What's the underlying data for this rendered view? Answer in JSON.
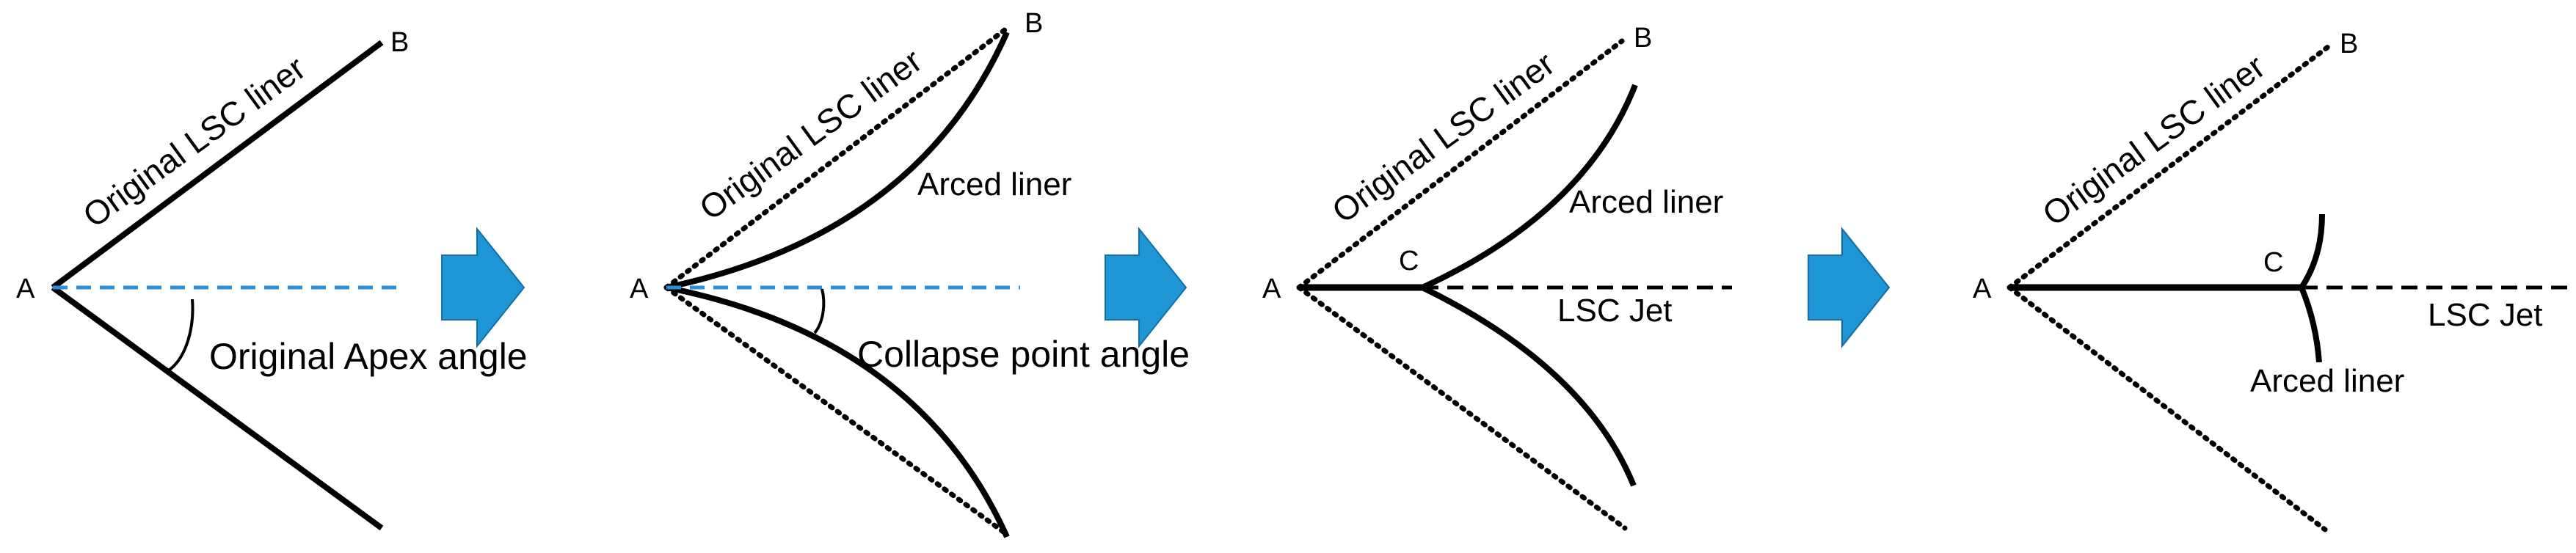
{
  "colors": {
    "line": "#000000",
    "axis": "#2e8fd6",
    "arrow": "#1e95d4"
  },
  "panel1": {
    "point_a": "A",
    "point_b": "B",
    "liner_label": "Original LSC liner",
    "angle_label": "Original Apex angle"
  },
  "panel2": {
    "point_a": "A",
    "point_b": "B",
    "liner_label": "Original LSC liner",
    "arced_label": "Arced liner",
    "angle_label": "Collapse point angle"
  },
  "panel3": {
    "point_a": "A",
    "point_b": "B",
    "point_c": "C",
    "liner_label": "Original LSC liner",
    "arced_label": "Arced liner",
    "jet_label": "LSC Jet"
  },
  "panel4": {
    "point_a": "A",
    "point_b": "B",
    "point_c": "C",
    "liner_label": "Original LSC liner",
    "arced_label": "Arced liner",
    "jet_label": "LSC Jet"
  },
  "arrows": [
    "arrow-right-icon",
    "arrow-right-icon",
    "arrow-right-icon"
  ]
}
